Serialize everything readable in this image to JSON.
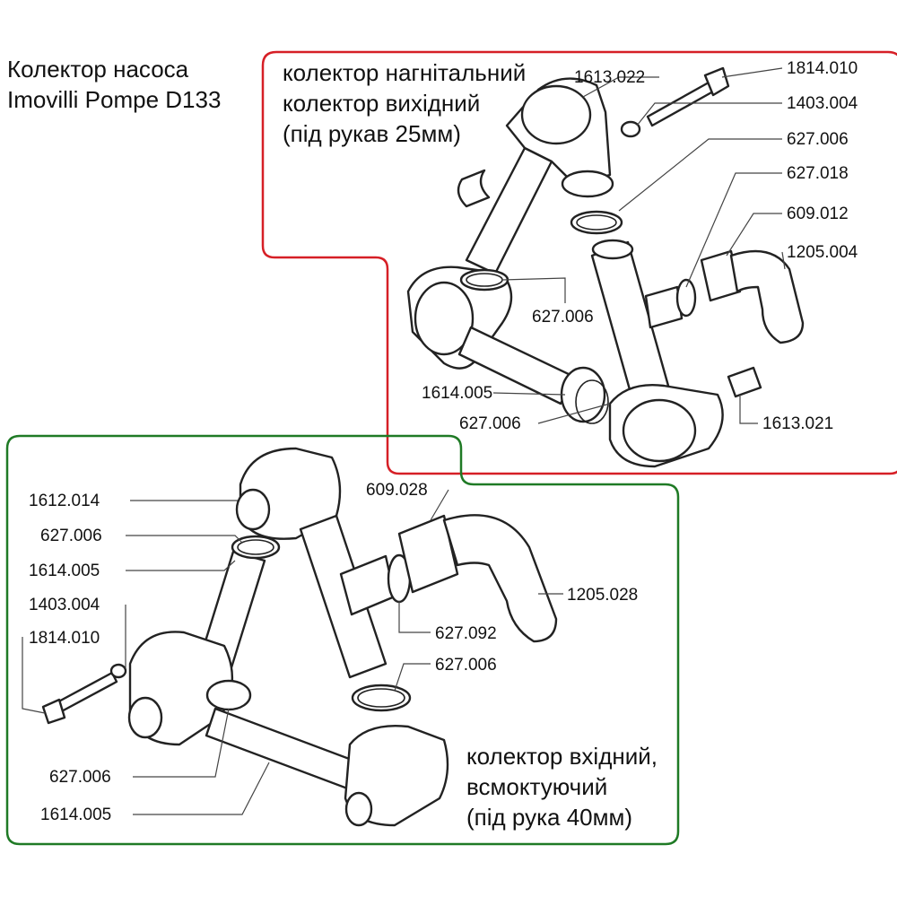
{
  "title": {
    "line1": "Колектор насоса",
    "line2": "Imovilli Pompe D133"
  },
  "outlet_group": {
    "frame_color": "#d61f26",
    "caption": [
      "колектор нагнітальний",
      "колектор вихідний",
      "(під рукав 25мм)"
    ],
    "labels": [
      "1613.022",
      "1814.010",
      "1403.004",
      "627.006",
      "627.018",
      "609.012",
      "1205.004",
      "627.006",
      "1614.005",
      "627.006",
      "1613.021"
    ]
  },
  "inlet_group": {
    "frame_color": "#1f7a25",
    "caption": [
      "колектор вхідний,",
      "всмоктуючий",
      "(під рука 40мм)"
    ],
    "labels": [
      "1612.014",
      "627.006",
      "1614.005",
      "1403.004",
      "1814.010",
      "609.028",
      "1205.028",
      "627.092",
      "627.006",
      "627.006",
      "1614.005"
    ]
  }
}
